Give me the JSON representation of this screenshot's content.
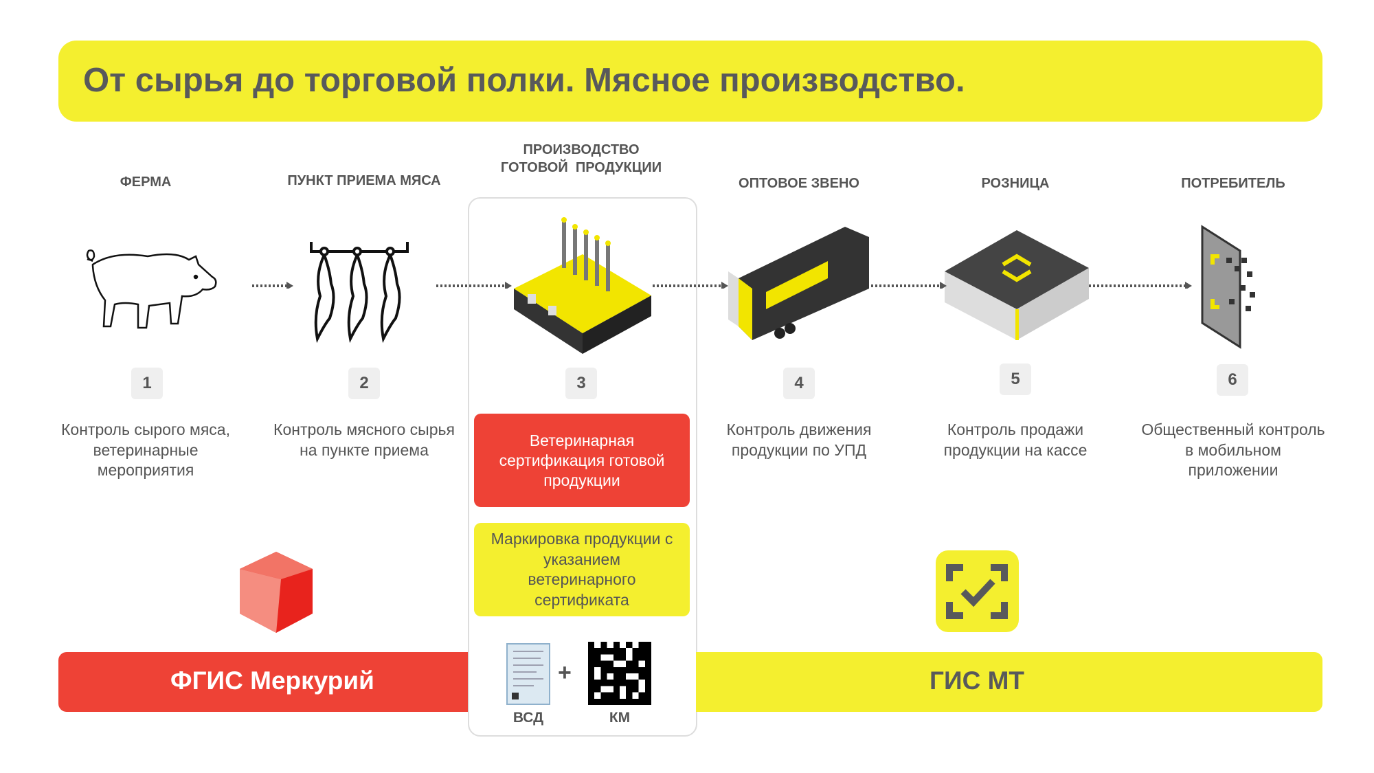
{
  "title": "От сырья до торговой полки. Мясное производство.",
  "stages": [
    {
      "header": "ФЕРМА",
      "number": "1",
      "description": "Контроль сырого мяса, ветеринарные мероприятия",
      "icon": "pig-icon"
    },
    {
      "header": "ПУНКТ ПРИЕМА МЯСА",
      "number": "2",
      "description": "Контроль мясного сырья на пункте приема",
      "icon": "hanging-carcasses-icon"
    },
    {
      "header_line1": "ПРОИЗВОДСТВО",
      "header_line2": "ГОТОВОЙ  ПРОДУКЦИИ",
      "number": "3",
      "icon": "factory-icon"
    },
    {
      "header": "ОПТОВОЕ ЗВЕНО",
      "number": "4",
      "description": "Контроль движения продукции по УПД",
      "icon": "truck-icon"
    },
    {
      "header": "РОЗНИЦА",
      "number": "5",
      "description": "Контроль продажи продукции на кассе",
      "icon": "store-icon"
    },
    {
      "header": "ПОТРЕБИТЕЛЬ",
      "number": "6",
      "description": "Общественный контроль в мобильном приложении",
      "icon": "phone-scan-icon"
    }
  ],
  "production": {
    "vet_cert": "Ветеринарная сертификация готовой продукции",
    "marking": "Маркировка продукции с указанием ветеринарного сертификата",
    "plus": "+",
    "vsd_label": "ВСД",
    "km_label": "КМ"
  },
  "systems": {
    "mercury": "ФГИС Меркурий",
    "gis_mt": "ГИС МТ"
  },
  "colors": {
    "yellow": "#F4EF2F",
    "red": "#EE4236",
    "gray_text": "#58595B"
  }
}
